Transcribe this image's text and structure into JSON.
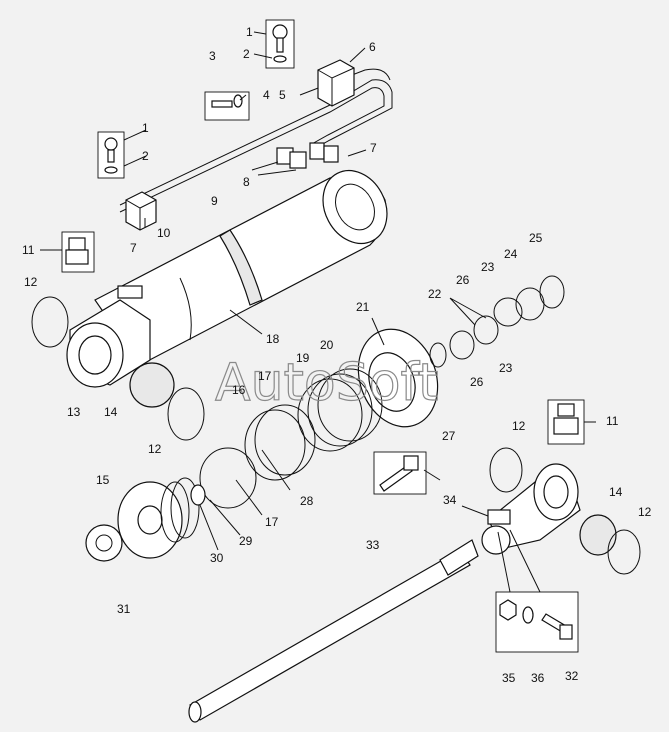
{
  "watermark": "AutoSoft",
  "part_numbers": {
    "p1a": "1",
    "p2a": "2",
    "p3": "3",
    "p4": "4",
    "p5": "5",
    "p6": "6",
    "p7a": "7",
    "p8": "8",
    "p9": "9",
    "p1b": "1",
    "p2b": "2",
    "p10": "10",
    "p11a": "11",
    "p7b": "7",
    "p12a": "12",
    "p13": "13",
    "p14a": "14",
    "p12b": "12",
    "p18": "18",
    "p21": "21",
    "p20": "20",
    "p19": "19",
    "p17a": "17",
    "p16": "16",
    "p22": "22",
    "p23a": "23",
    "p24": "24",
    "p25": "25",
    "p26a": "26",
    "p23b": "23",
    "p26b": "26",
    "p27": "27",
    "p15": "15",
    "p28": "28",
    "p17b": "17",
    "p29": "29",
    "p30": "30",
    "p31": "31",
    "p33": "33",
    "p34": "34",
    "p12c": "12",
    "p11b": "11",
    "p14b": "14",
    "p12d": "12",
    "p35": "35",
    "p36": "36",
    "p32": "32"
  }
}
